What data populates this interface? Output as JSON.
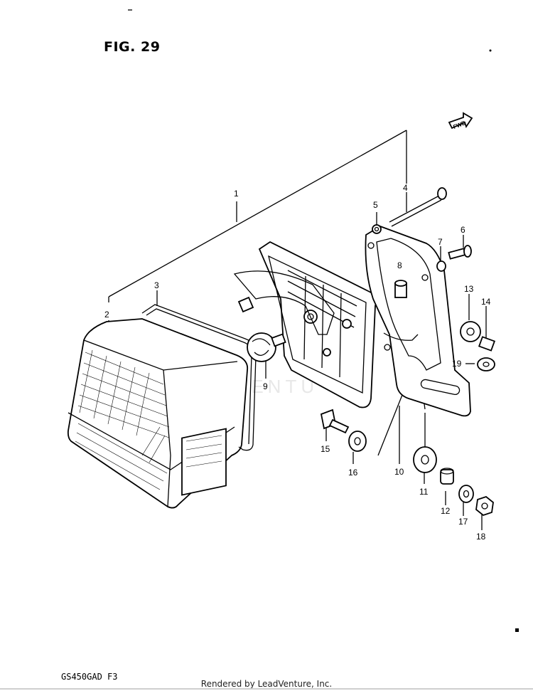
{
  "figure": {
    "title": "FIG. 29",
    "model_code": "GS450GAD  F3"
  },
  "fwd_label": "FWD",
  "watermark_text": "VENTU",
  "footer": {
    "credit": "Rendered by LeadVenture, Inc."
  },
  "callouts": [
    "1",
    "2",
    "3",
    "4",
    "5",
    "6",
    "7",
    "8",
    "9",
    "10",
    "11",
    "12",
    "13",
    "14",
    "15",
    "16",
    "17",
    "18",
    "19"
  ]
}
